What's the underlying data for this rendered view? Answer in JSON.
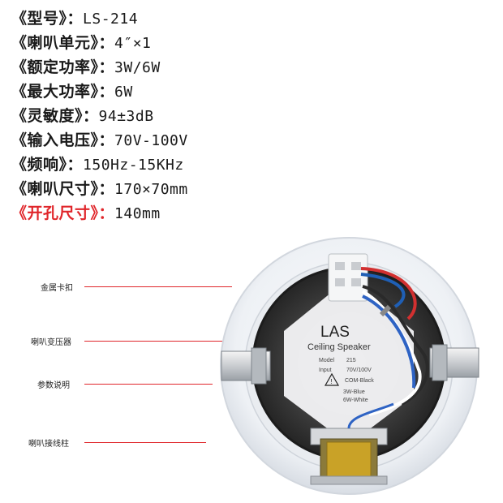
{
  "specs": [
    {
      "key": "《型号》：",
      "value": "LS-214",
      "highlight": false
    },
    {
      "key": "《喇叭单元》：",
      "value": "4″×1",
      "highlight": false
    },
    {
      "key": "《额定功率》：",
      "value": "3W/6W",
      "highlight": false
    },
    {
      "key": "《最大功率》：",
      "value": "6W",
      "highlight": false
    },
    {
      "key": "《灵敏度》：",
      "value": "94±3dB",
      "highlight": false
    },
    {
      "key": "《输入电压》：",
      "value": "70V-100V",
      "highlight": false
    },
    {
      "key": "《频响》：",
      "value": "150Hz-15KHz",
      "highlight": false
    },
    {
      "key": "《喇叭尺寸》：",
      "value": "170×70mm",
      "highlight": false
    },
    {
      "key": "《开孔尺寸》：",
      "value": "140mm",
      "highlight": true
    }
  ],
  "callouts": {
    "metal_clip": "金属卡扣",
    "transformer": "喇叭变压器",
    "parameters": "参数说明",
    "terminal": "喇叭接线柱"
  },
  "speaker_label": {
    "brand": "LAS",
    "subtitle": "Ceiling Speaker",
    "model_key": "Model",
    "model_value": "215",
    "input_key": "Input",
    "input_value": "70V/100V",
    "wire_com": "COM-Black",
    "wire_3w": "3W-Blue",
    "wire_6w": "6W-White"
  },
  "colors": {
    "highlight": "#e0262b",
    "leader": "#e0262b",
    "body_white": "#f2f4f7",
    "transformer_yellow": "#c9a227"
  }
}
